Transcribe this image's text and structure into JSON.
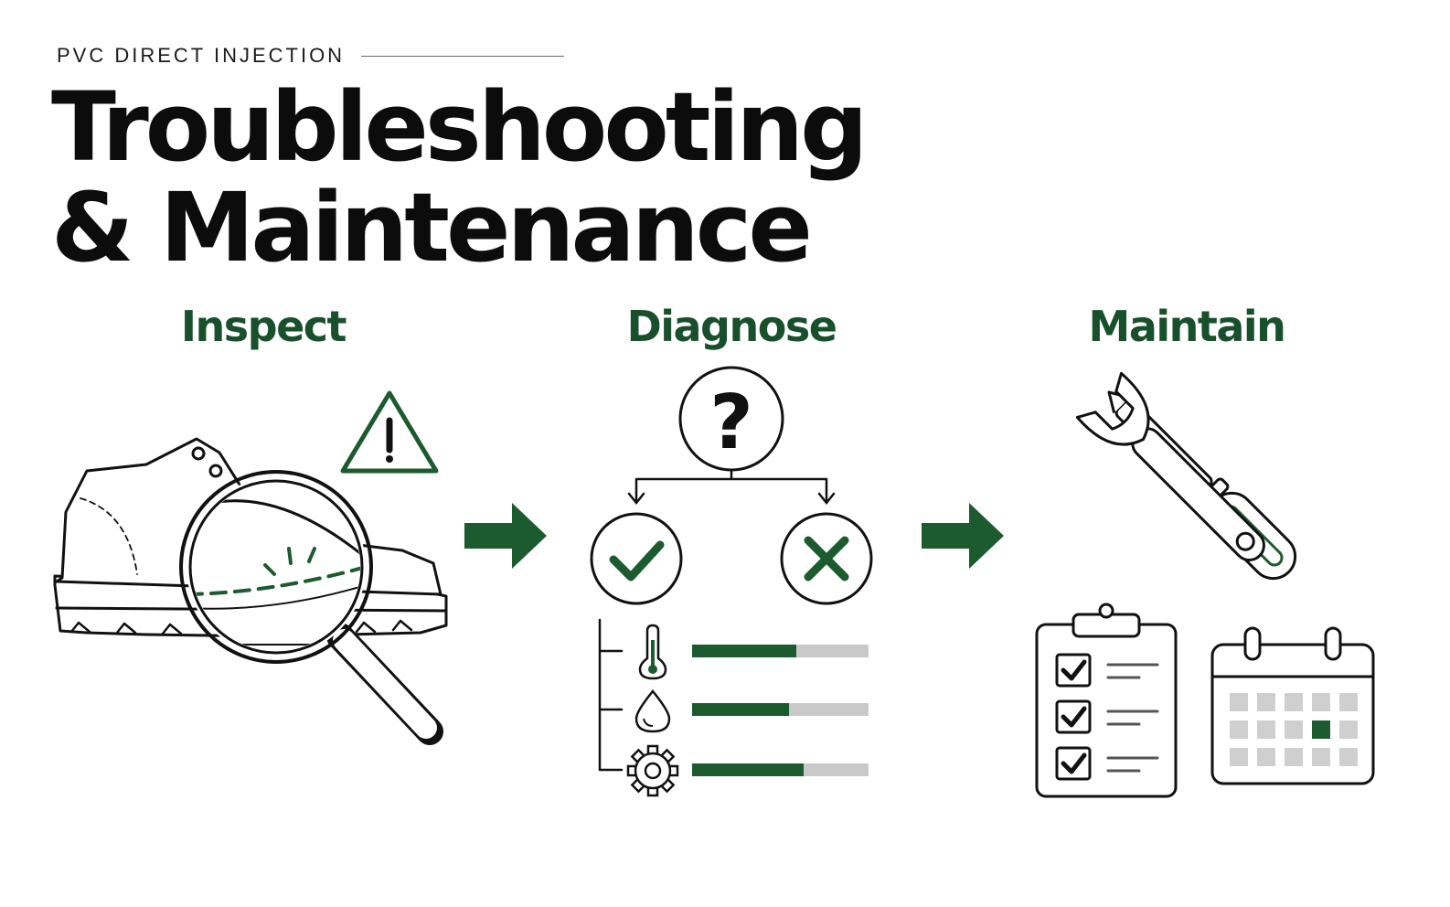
{
  "header": {
    "eyebrow": "PVC DIRECT INJECTION",
    "title_line1": "Troubleshooting",
    "title_line2": "& Maintenance"
  },
  "stages": [
    {
      "heading": "Inspect",
      "icons": [
        "shoe-icon",
        "magnifier-icon",
        "warning-icon"
      ]
    },
    {
      "heading": "Diagnose",
      "icons": [
        "question-icon",
        "check-icon",
        "cross-icon",
        "thermometer-icon",
        "droplet-icon",
        "gear-icon"
      ]
    },
    {
      "heading": "Maintain",
      "icons": [
        "wrench-icon",
        "screwdriver-icon",
        "checklist-icon",
        "calendar-icon"
      ]
    }
  ],
  "diagnose_levels": [
    {
      "factor": "temperature",
      "level": 0.59
    },
    {
      "factor": "moisture",
      "level": 0.55
    },
    {
      "factor": "mechanical",
      "level": 0.63
    }
  ],
  "colors": {
    "accent": "#1c5b2e",
    "heading": "#17502a",
    "ink": "#111111",
    "track": "#c9c9c9"
  }
}
